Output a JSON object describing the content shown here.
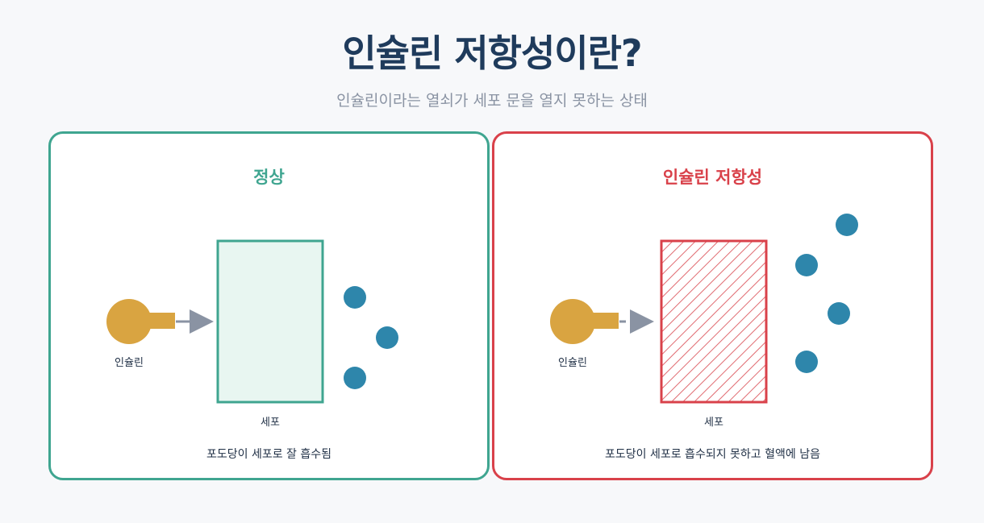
{
  "header": {
    "title": "인슐린 저항성이란?",
    "subtitle": "인슐린이라는 열쇠가 세포 문을 열지 못하는 상태"
  },
  "panels": {
    "normal": {
      "title": "정상",
      "key_label": "인슐린",
      "cell_label": "세포",
      "caption": "포도당이 세포로 잘 흡수됨",
      "accent": "#3fa590",
      "glucose_count": 3
    },
    "resistance": {
      "title": "인슐린 저항성",
      "key_label": "인슐린",
      "cell_label": "세포",
      "caption": "포도당이 세포로 흡수되지 못하고 혈액에 남음",
      "accent": "#d9414a",
      "glucose_count": 4
    }
  },
  "colors": {
    "title": "#1f3b5c",
    "subtitle": "#8a93a3",
    "insulin_key": "#d9a441",
    "glucose": "#2e86ab",
    "arrow": "#8a93a3",
    "normal_cell_fill": "#e8f6f1"
  }
}
